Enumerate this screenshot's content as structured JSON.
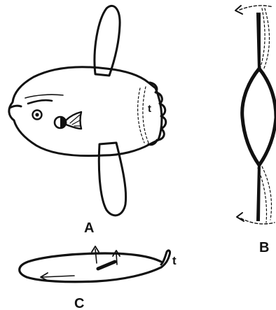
{
  "labels": {
    "panel_a": "A",
    "panel_b": "B",
    "panel_c": "C",
    "tail_mark_a": "t",
    "tail_mark_c": "t"
  },
  "colors": {
    "ink": "#111111",
    "background": "#ffffff"
  }
}
